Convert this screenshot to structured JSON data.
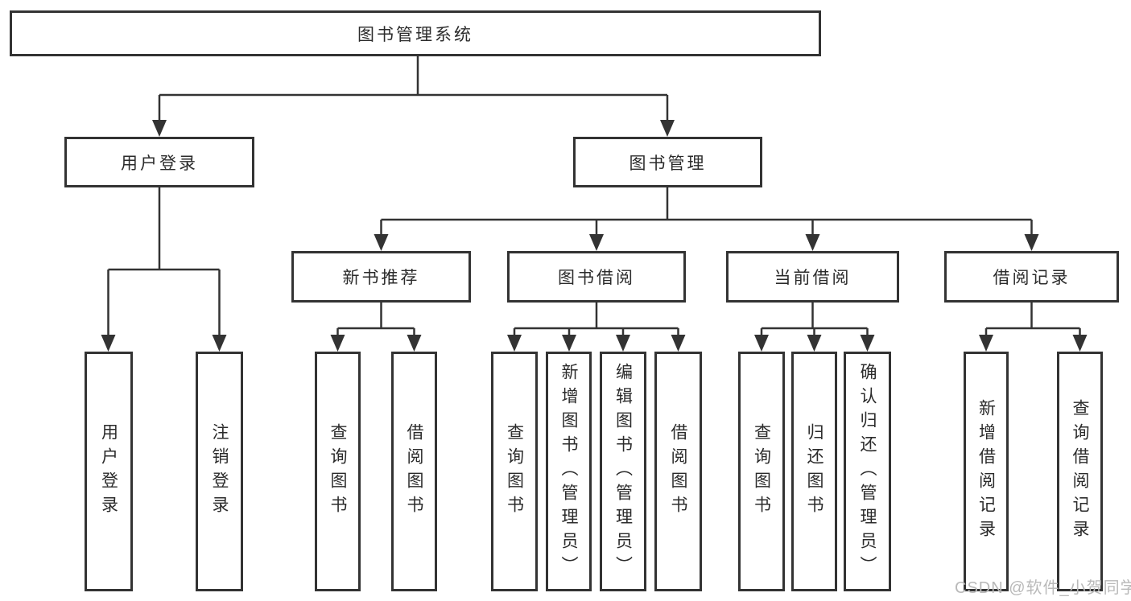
{
  "diagram": {
    "type": "hierarchy-diagram",
    "colors": {
      "line": "#333333",
      "box_border": "#333333",
      "box_fill": "#ffffff",
      "text": "#2b2b2b",
      "watermark": "#b9b9b9"
    },
    "tree": {
      "label": "图书管理系统",
      "children": [
        {
          "label": "用户登录",
          "children": [
            {
              "label": "用户登录"
            },
            {
              "label": "注销登录"
            }
          ]
        },
        {
          "label": "图书管理",
          "children": [
            {
              "label": "新书推荐",
              "children": [
                {
                  "label": "查询图书"
                },
                {
                  "label": "借阅图书"
                }
              ]
            },
            {
              "label": "图书借阅",
              "children": [
                {
                  "label": "查询图书"
                },
                {
                  "label": "新增图书（管理员）"
                },
                {
                  "label": "编辑图书（管理员）"
                },
                {
                  "label": "借阅图书"
                }
              ]
            },
            {
              "label": "当前借阅",
              "children": [
                {
                  "label": "查询图书"
                },
                {
                  "label": "归还图书"
                },
                {
                  "label": "确认归还（管理员）"
                }
              ]
            },
            {
              "label": "借阅记录",
              "children": [
                {
                  "label": "新增借阅记录"
                },
                {
                  "label": "查询借阅记录"
                }
              ]
            }
          ]
        }
      ]
    },
    "watermark": {
      "text": "CSDN @软件_小贺同学"
    }
  }
}
